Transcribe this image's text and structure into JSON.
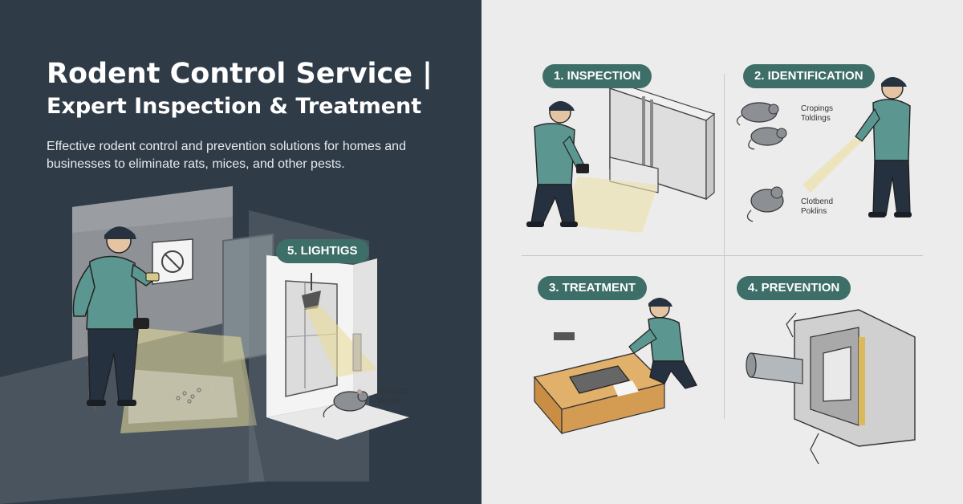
{
  "title_line1": "Rodent Control Service |",
  "title_line2": "Expert Inspection & Treatment",
  "subtitle": "Effective rodent control and prevention solutions for homes and businesses to eliminate rats, mices, and other pests.",
  "steps": {
    "inspection": "1. INSPECTION",
    "identification": "2. IDENTIFICATION",
    "treatment": "3. TREATMENT",
    "prevention": "4. PREVENTION",
    "lightigs": "5. LIGHTIGS"
  },
  "annotations": {
    "identification_top_1": "Cropings",
    "identification_top_2": "Toldings",
    "identification_bottom_1": "Clotbend",
    "identification_bottom_2": "Poklins",
    "lightigs_mouse_1": "Gmaclen",
    "lightigs_mouse_2": "Mratks"
  },
  "colors": {
    "left_bg": "#2f3b47",
    "right_bg": "#ececec",
    "badge": "#3d6e68",
    "shirt": "#5b9690",
    "trousers": "#263140",
    "light_beam": "#f2e3a0"
  }
}
